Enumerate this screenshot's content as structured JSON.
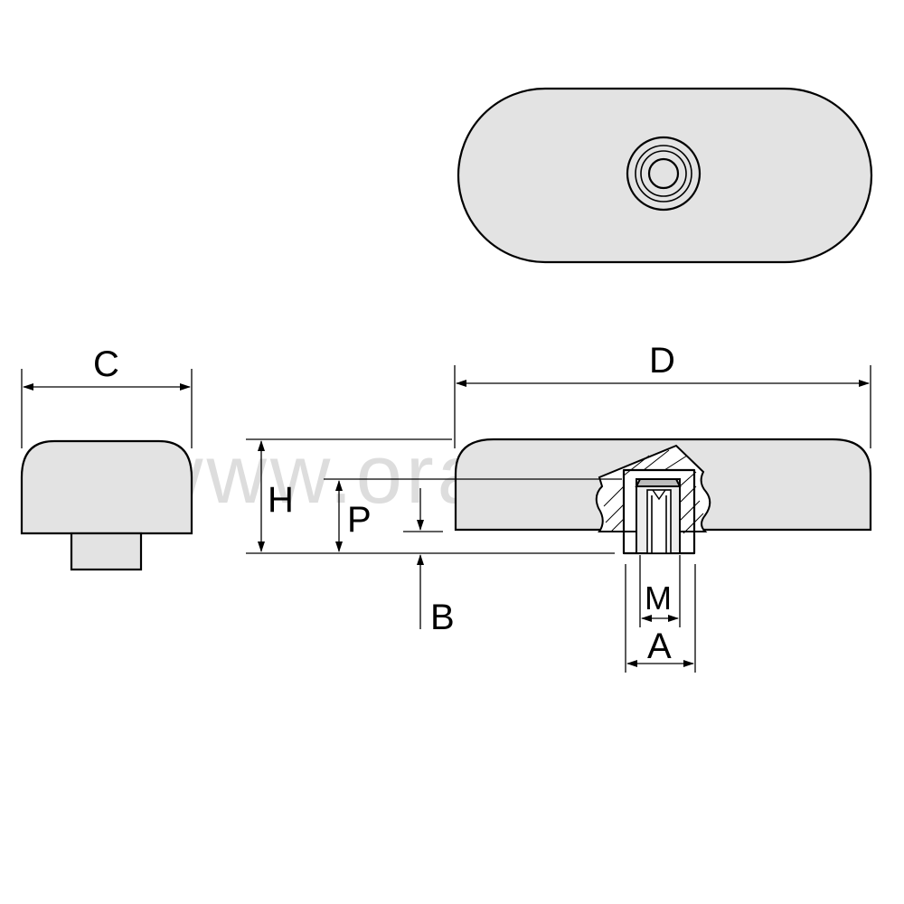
{
  "watermark": "www.ora.tm.fr",
  "labels": {
    "C": "C",
    "D": "D",
    "H": "H",
    "P": "P",
    "B": "B",
    "M": "M",
    "A": "A"
  },
  "colors": {
    "line": "#000000",
    "part_fill": "#e3e3e3",
    "watermark": "#d2d2d2",
    "background": "#ffffff"
  }
}
